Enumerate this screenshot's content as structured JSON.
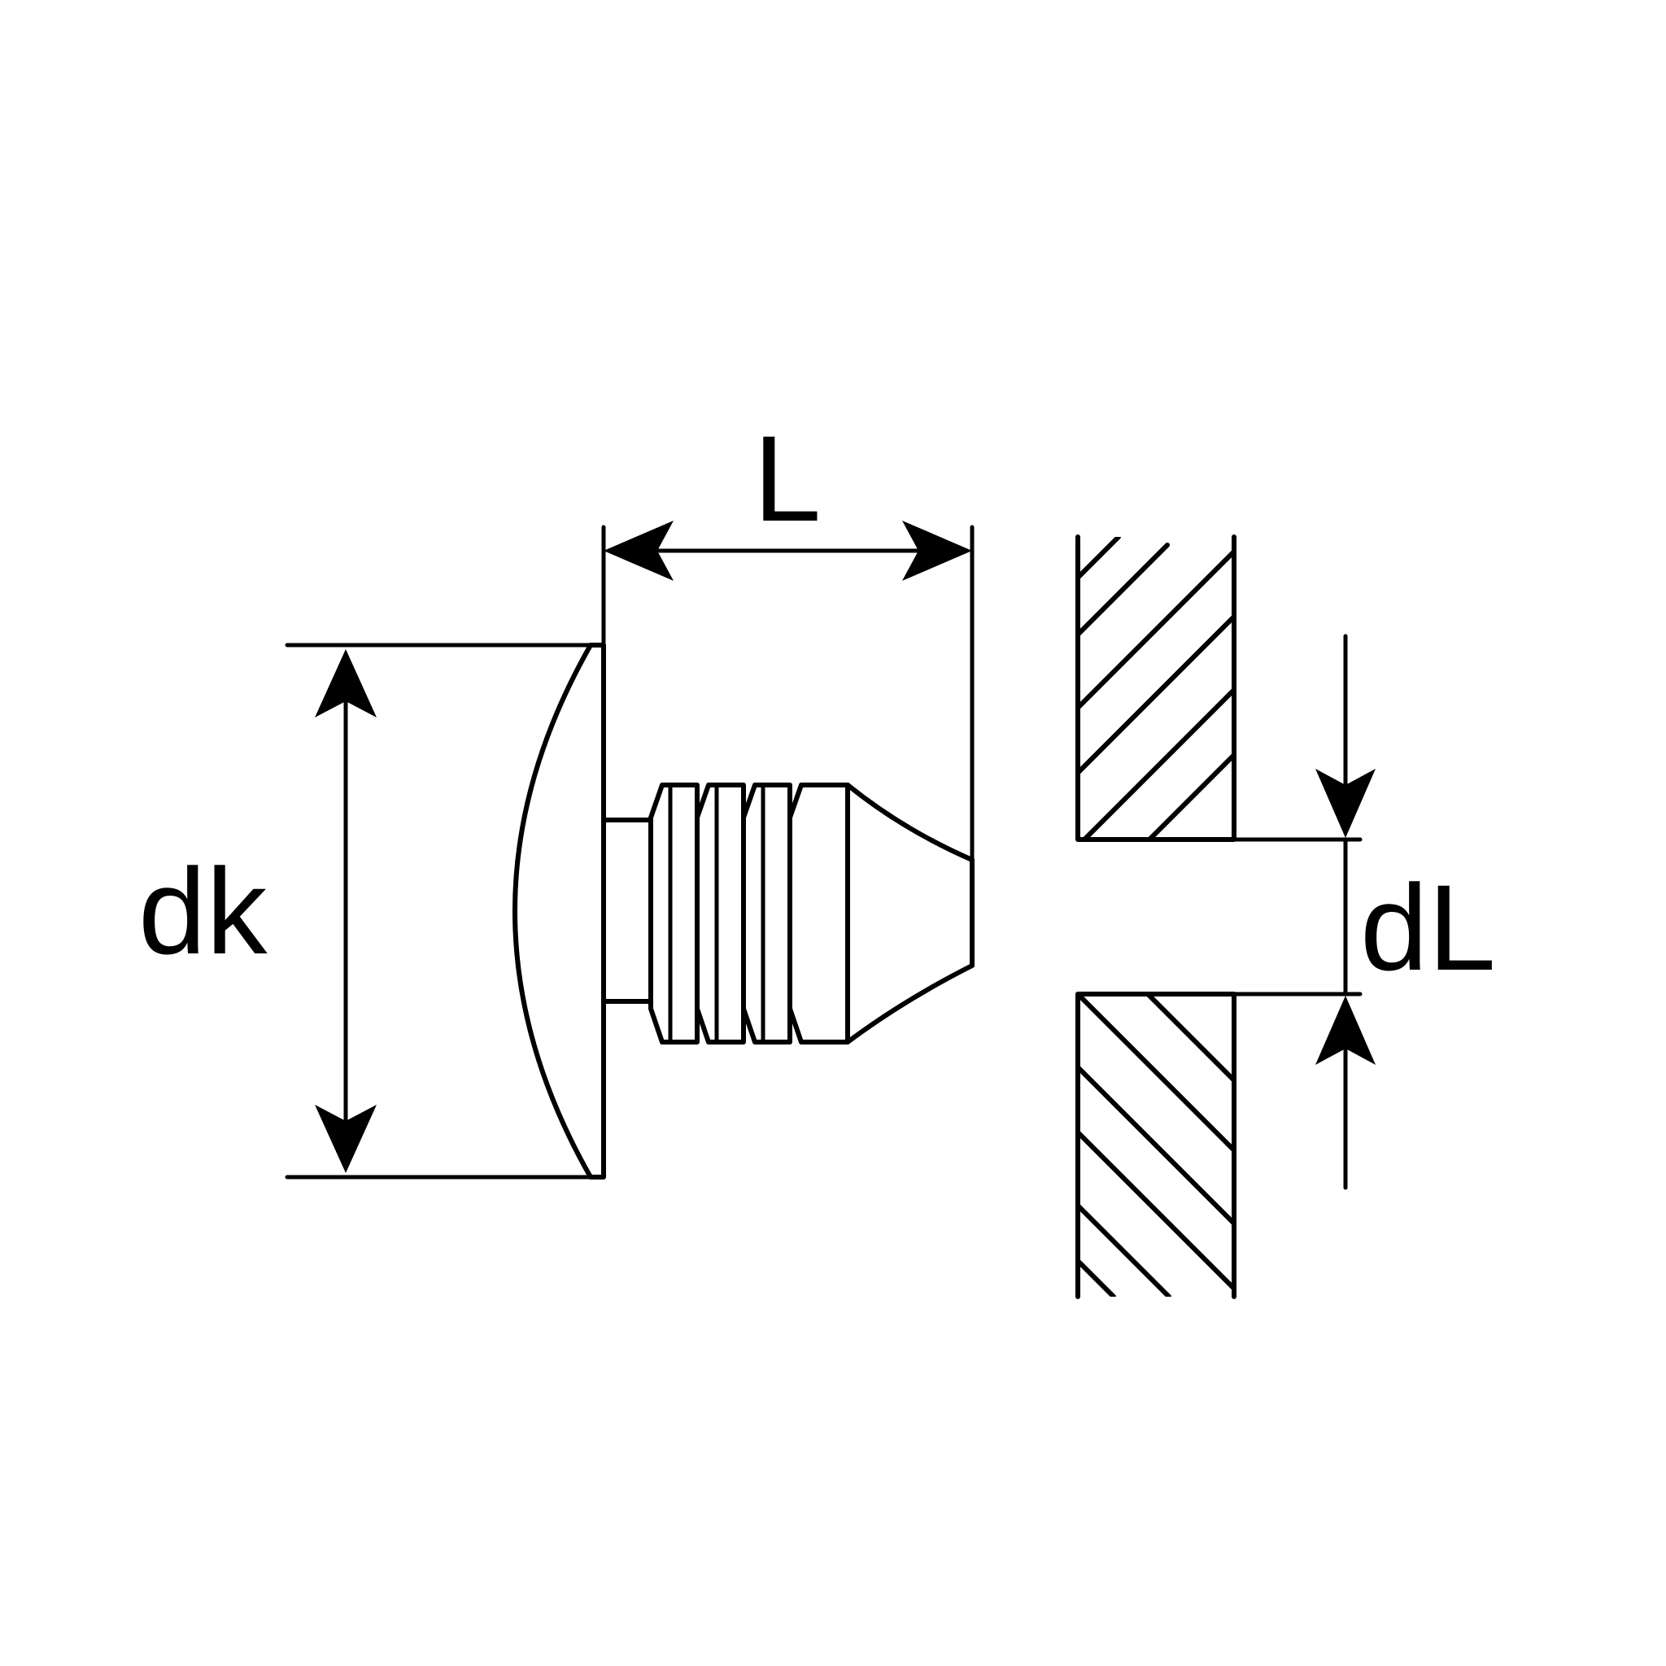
{
  "labels": {
    "length": "L",
    "head_diameter": "dk",
    "hole_diameter": "dL"
  },
  "colors": {
    "line": "#000000",
    "background": "#ffffff"
  }
}
